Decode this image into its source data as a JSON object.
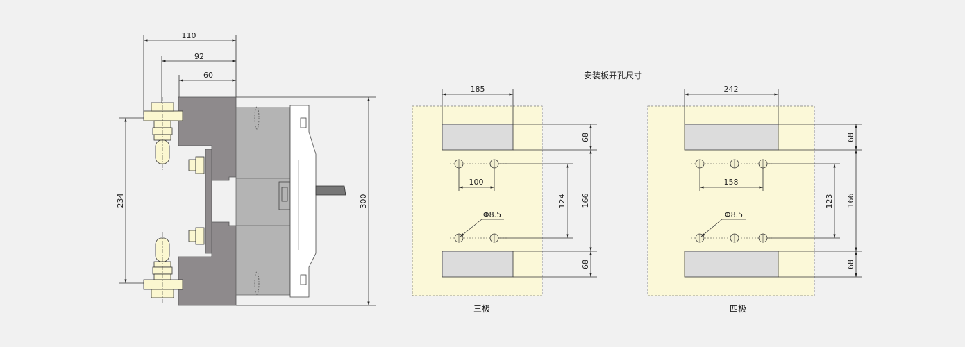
{
  "heading": "安装板开孔尺寸",
  "side_view": {
    "dim_110": "110",
    "dim_92": "92",
    "dim_60": "60",
    "dim_234": "234",
    "dim_300": "300"
  },
  "three_pole": {
    "caption": "三极",
    "dim_width": "185",
    "dim_spacing": "100",
    "dim_top_cut": "68",
    "dim_bottom_cut": "68",
    "dim_holes": "124",
    "dim_cutouts": "166",
    "hole_label": "Φ8.5"
  },
  "four_pole": {
    "caption": "四极",
    "dim_width": "242",
    "dim_spacing": "158",
    "dim_top_cut": "68",
    "dim_bottom_cut": "68",
    "dim_holes": "123",
    "dim_cutouts": "166",
    "hole_label": "Φ8.5"
  },
  "colors": {
    "panel_fill": "#fbf8d8",
    "dark_gray": "#8e8a8c",
    "mid_gray": "#b4b4b4",
    "cutout": "#dcdcdc",
    "line": "#333333"
  }
}
